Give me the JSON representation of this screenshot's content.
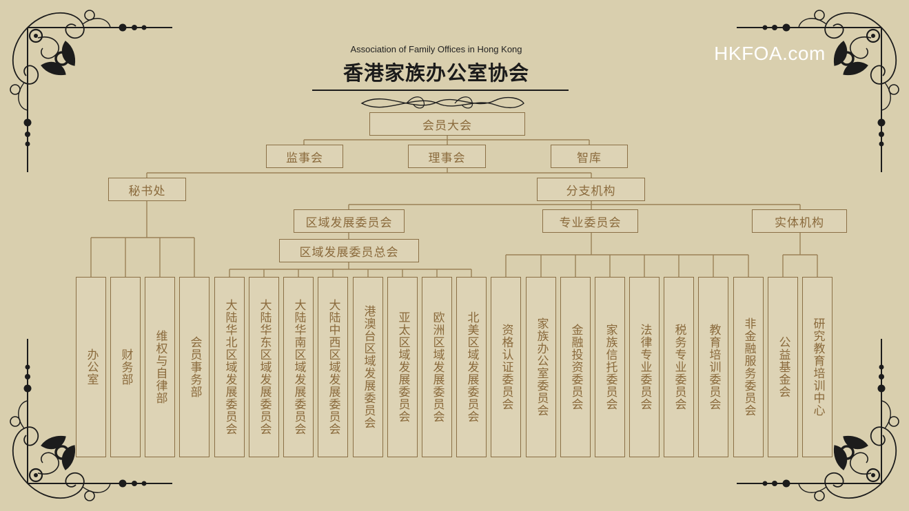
{
  "header": {
    "subtitle": "Association of Family Offices in Hong Kong",
    "title": "香港家族办公室协会",
    "site": "HKFOA.com"
  },
  "nodes": {
    "general_assembly": "会员大会",
    "supervisory_board": "监事会",
    "council": "理事会",
    "think_tank": "智库",
    "secretariat": "秘书处",
    "branches": "分支机构",
    "regional_committee": "区域发展委员会",
    "regional_general_committee": "区域发展委员总会",
    "professional_committee": "专业委员会",
    "entities": "实体机构"
  },
  "secretariat_units": [
    "办公室",
    "财务部",
    "维权与自律部",
    "会员事务部"
  ],
  "regional_units": [
    "大陆华北区域发展委员会",
    "大陆华东区域发展委员会",
    "大陆华南区域发展委员会",
    "大陆中西区域发展委员会",
    "港澳台区域发展委员会",
    "亚太区域发展委员会",
    "欧洲区域发展委员会",
    "北美区域发展委员会"
  ],
  "professional_units": [
    "资格认证委员会",
    "家族办公室委员会",
    "金融投资委员会",
    "家族信托委员会",
    "法律专业委员会",
    "税务专业委员会",
    "教育培训委员会",
    "非金融服务委员会"
  ],
  "entity_units": [
    "公益基金会",
    "研究教育培训中心"
  ],
  "colors": {
    "background": "#d9cfae",
    "box_border": "#8a6f45",
    "box_text": "#8a6a3c",
    "connector": "#9a8056",
    "title": "#1b1b1b",
    "site": "#ffffff",
    "ornament": "#1c1c1c"
  }
}
